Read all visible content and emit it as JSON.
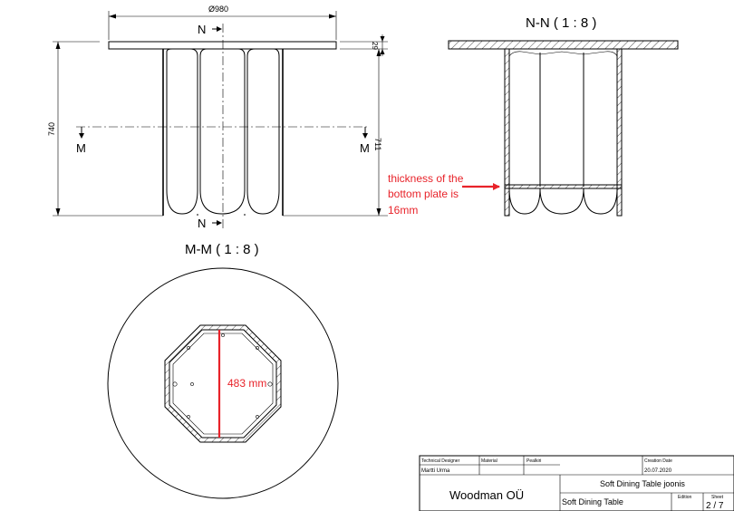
{
  "front_view": {
    "diameter_label": "Ø980",
    "height_label": "740",
    "inner_height_label": "711",
    "top_thickness_label": "29",
    "section_n_top": "N",
    "section_n_bottom": "N",
    "section_m_left": "M",
    "section_m_right": "M"
  },
  "section_nn": {
    "title": "N-N ( 1 : 8 )",
    "annotation_line1": "thickness of the",
    "annotation_line2": "bottom plate is",
    "annotation_line3": "16mm"
  },
  "section_mm": {
    "title": "M-M ( 1 : 8 )",
    "dimension_label": "483 mm"
  },
  "title_block": {
    "technical_designer_label": "Technical Designer",
    "technical_designer_value": "Martti Urma",
    "material_label": "Material",
    "pealkiri_label": "Pealkiri",
    "creation_date_label": "Creation Date",
    "creation_date_value": "20.07.2020",
    "company": "Woodman OÜ",
    "drawing_title": "Soft Dining Table joonis",
    "product_name": "Soft Dining Table",
    "edition_label": "Edition",
    "sheet_label": "Sheet",
    "sheet_value": "2 / 7"
  },
  "colors": {
    "annotation": "#e8232a",
    "line": "#000000"
  }
}
